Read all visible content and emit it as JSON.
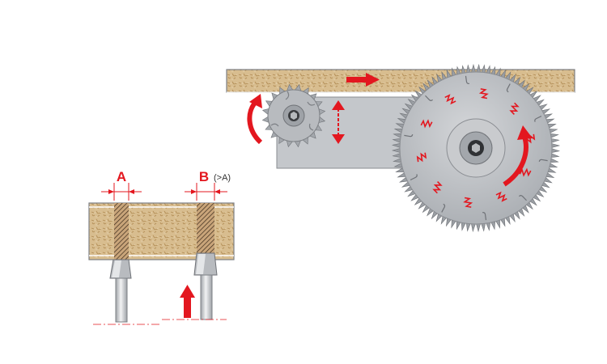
{
  "labels": {
    "a": "A",
    "b": "B",
    "b_note": "(>A)"
  },
  "colors": {
    "accent": "#e3171f",
    "board_fill": "#d9bf93",
    "blade_face": "#b9bcc0",
    "blade_teeth": "#9a9ea3",
    "scoring_tool": "#b8bbbf",
    "guard": "#c4c7cb",
    "outline": "#7d8085"
  },
  "icons": {
    "feed_direction": "arrow-right-icon",
    "scoring_rotation": "curved-arrow-ccw-icon",
    "height_adjust": "double-arrow-vertical-icon",
    "main_rotation": "curved-arrow-cw-icon",
    "raise_tool": "arrow-up-icon"
  }
}
